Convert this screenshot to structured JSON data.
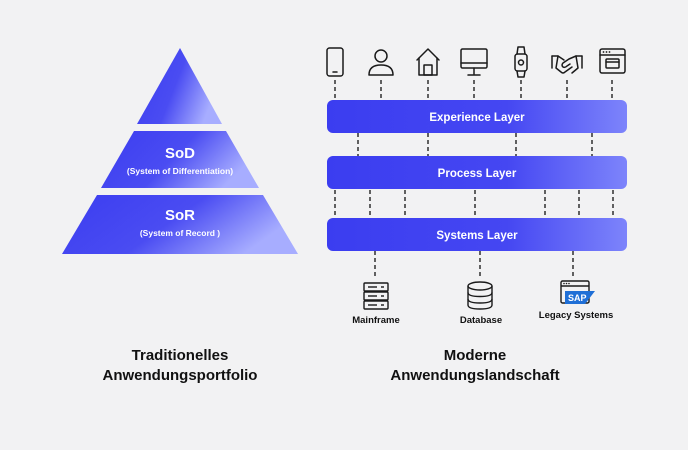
{
  "pyramid": {
    "sod": {
      "title": "SoD",
      "subtitle": "(System of Differentiation)"
    },
    "sor": {
      "title": "SoR",
      "subtitle": "(System of Record )"
    }
  },
  "layers": {
    "experience": "Experience Layer",
    "process": "Process Layer",
    "systems": "Systems Layer"
  },
  "icons": [
    "smartphone-icon",
    "user-icon",
    "home-icon",
    "monitor-icon",
    "smartwatch-icon",
    "handshake-icon",
    "browser-window-icon"
  ],
  "backends": {
    "mainframe": "Mainframe",
    "database": "Database",
    "legacy": "Legacy Systems",
    "sap_badge": "SAP"
  },
  "captions": {
    "left": {
      "line1": "Traditionelles",
      "line2": "Anwendungsportfolio"
    },
    "right": {
      "line1": "Moderne",
      "line2": "Anwendungslandschaft"
    }
  },
  "colors": {
    "primary": "#3b3df0",
    "gradient_end": "#9aa2ff",
    "background": "#f2f2f3"
  }
}
